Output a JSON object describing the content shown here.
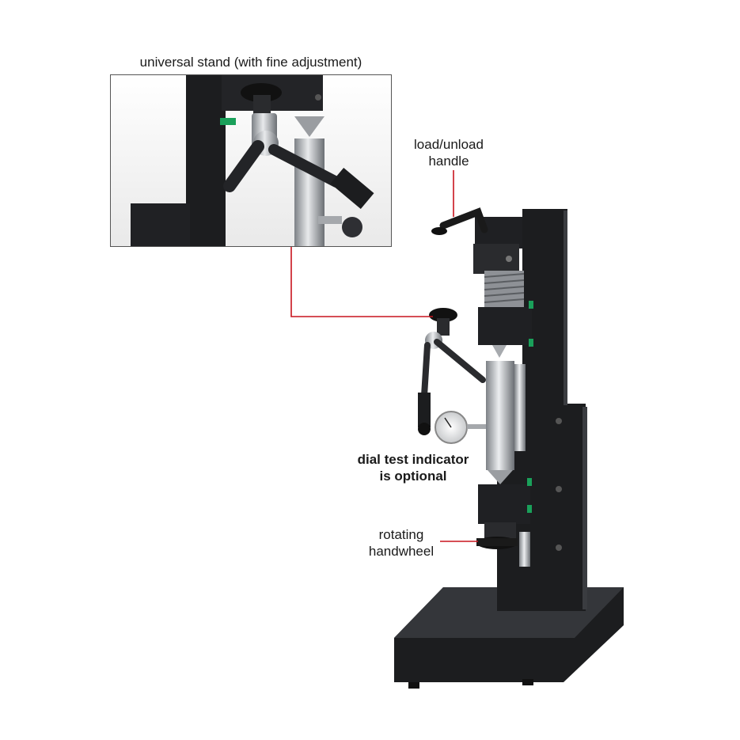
{
  "labels": {
    "inset_title": "universal stand (with fine adjustment)",
    "load_handle": [
      "load/unload",
      "handle"
    ],
    "dial_indicator": [
      "dial test indicator",
      "is optional"
    ],
    "handwheel": [
      "rotating",
      "handwheel"
    ]
  },
  "colors": {
    "callout_line": "#c8141e",
    "machine_body": "#1c1d1f",
    "machine_edge": "#3a3c40",
    "accent_green": "#1aa05a",
    "steel": "#b9bcc0",
    "background": "#ffffff"
  }
}
